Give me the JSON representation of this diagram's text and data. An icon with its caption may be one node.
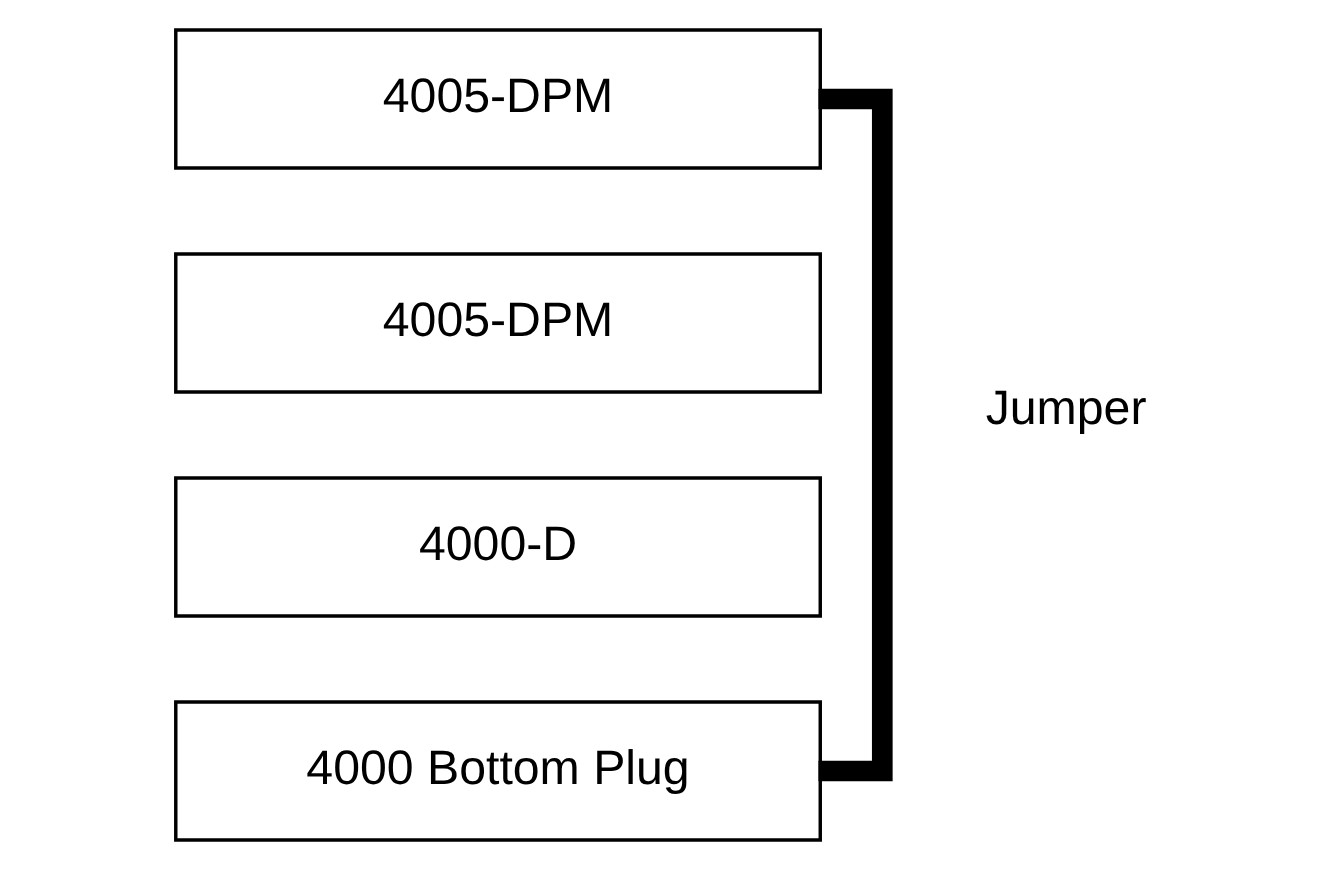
{
  "diagram": {
    "nodes": [
      {
        "text": [
          "4005-DPM"
        ]
      },
      {
        "text": [
          "4005-DPM"
        ]
      },
      {
        "text": [
          "4000-D"
        ]
      },
      {
        "text": [
          "4000 Bottom Plug"
        ]
      }
    ],
    "edges": [
      {
        "from": 0,
        "to": 3,
        "arrow": "none",
        "label": "Jumper"
      }
    ]
  }
}
